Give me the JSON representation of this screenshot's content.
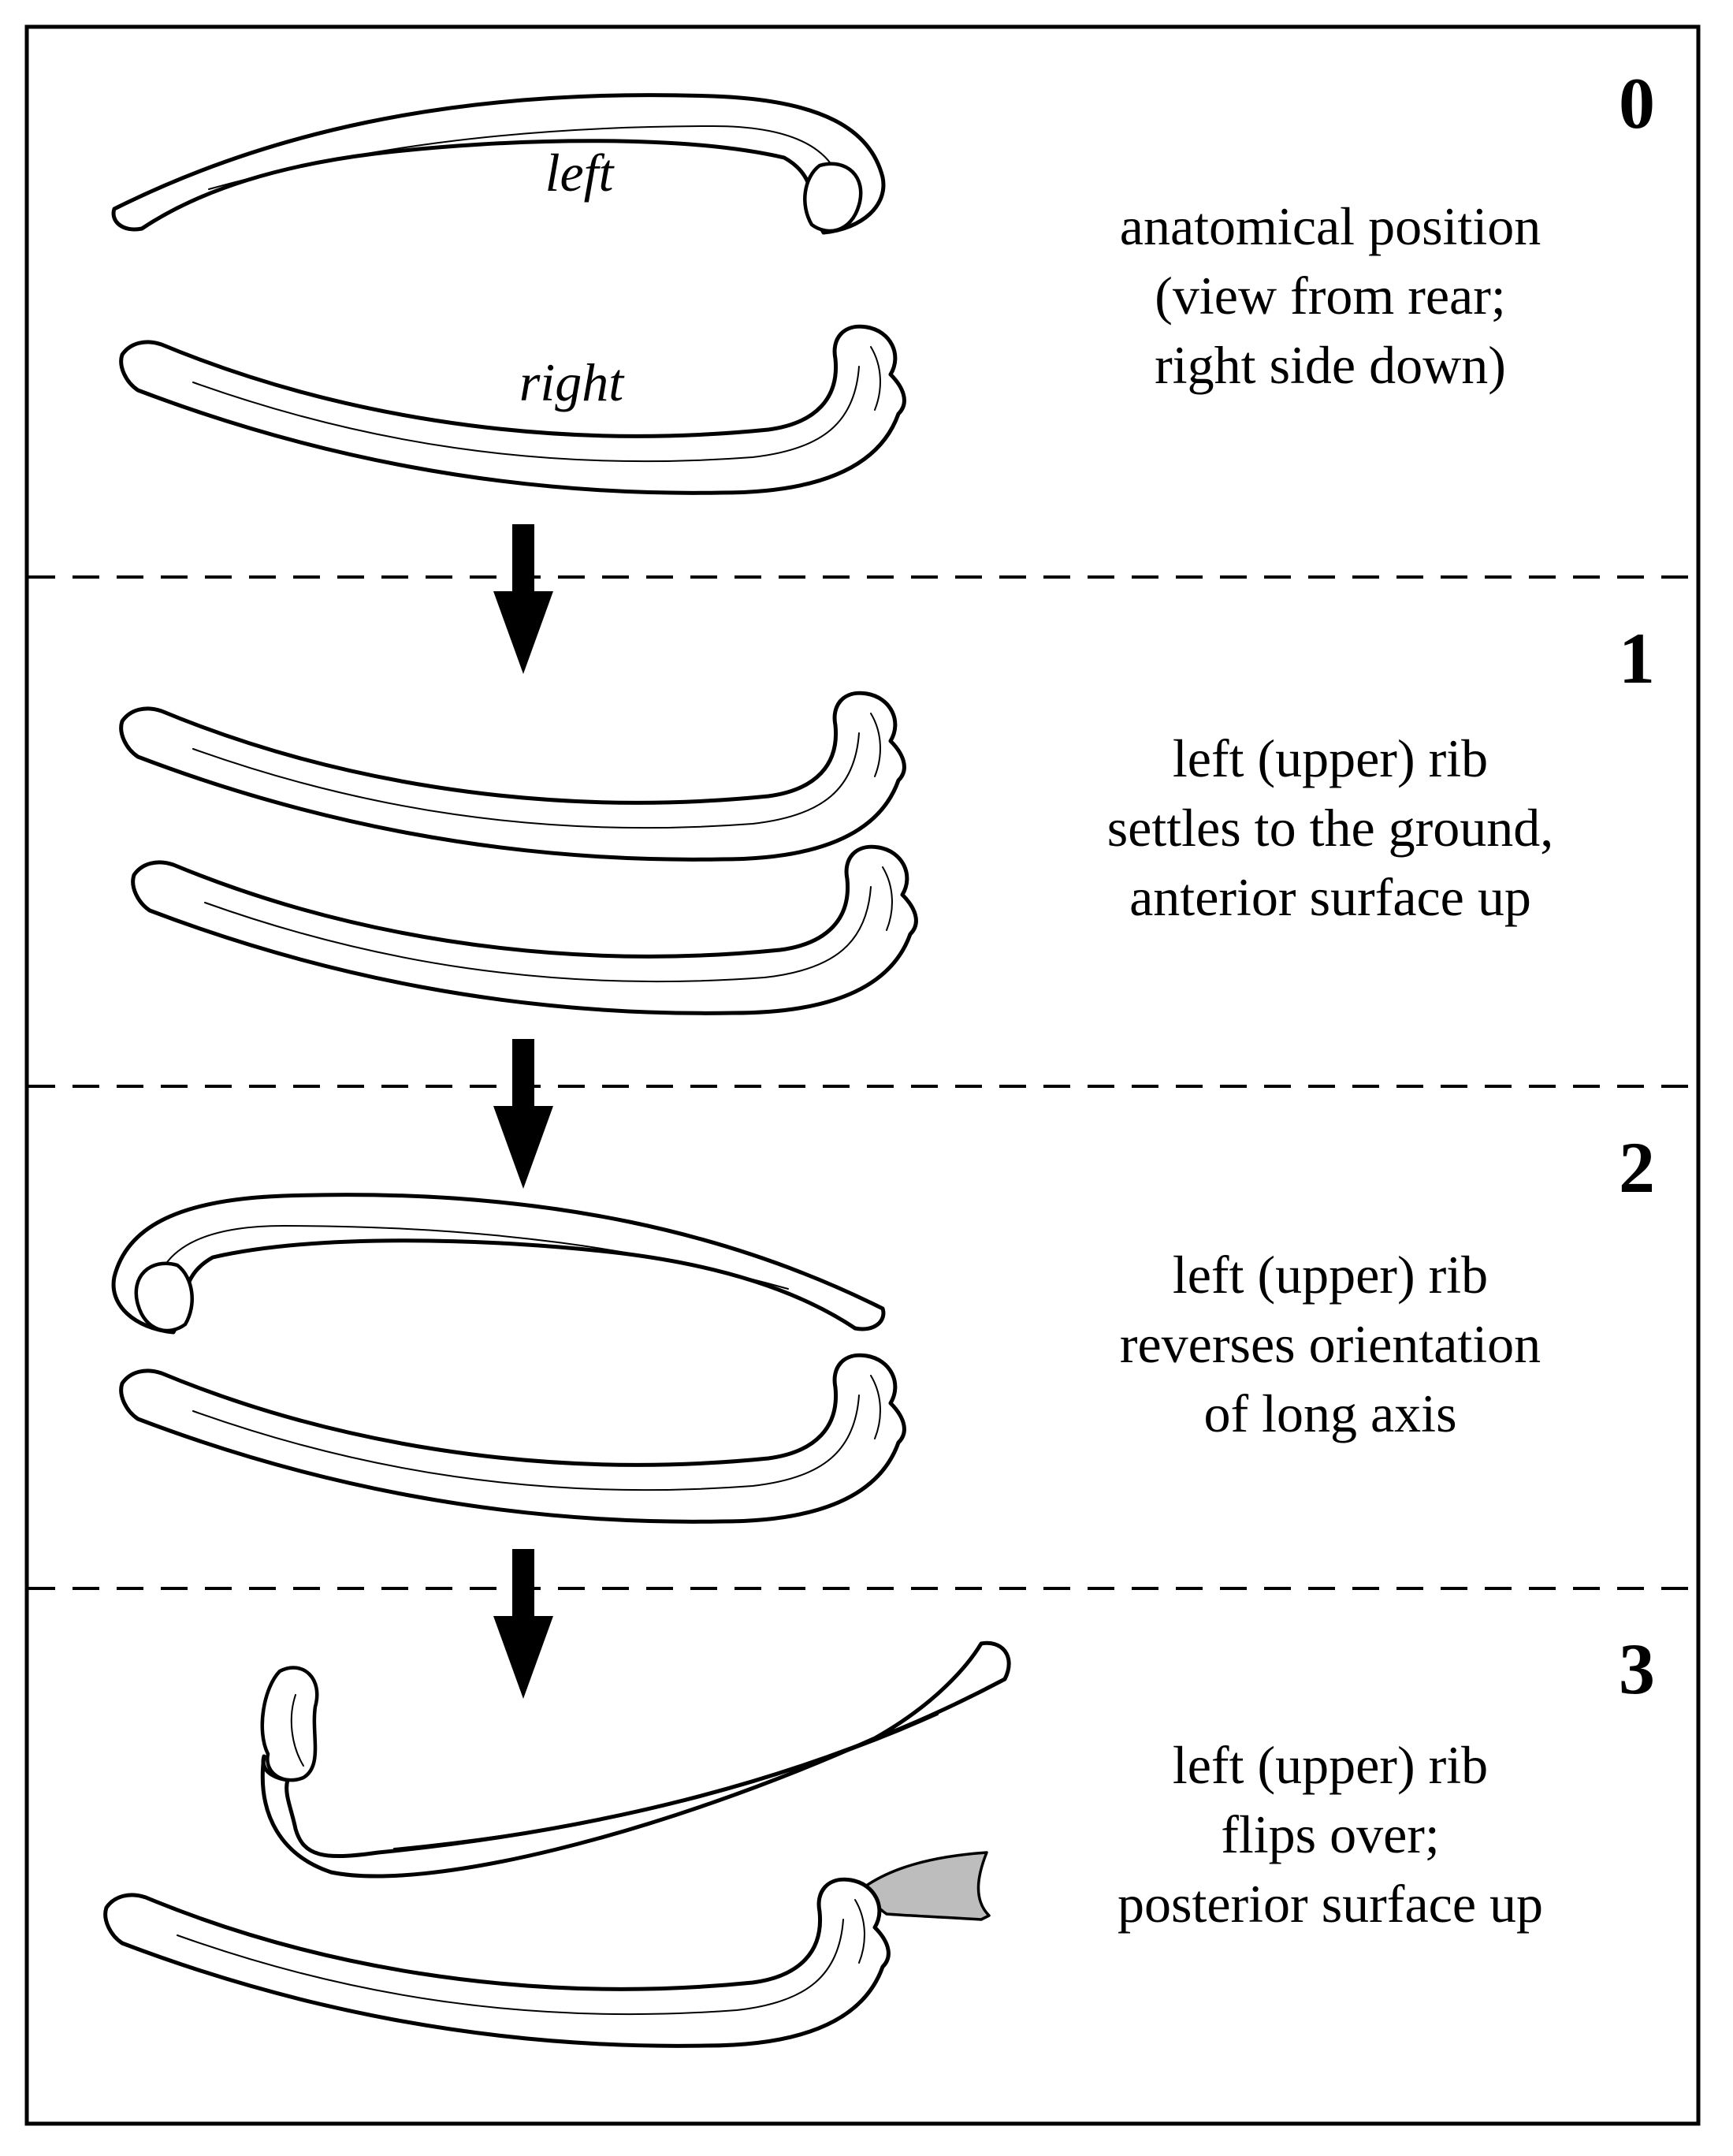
{
  "panels": [
    {
      "number": "0",
      "caption": [
        "anatomical position",
        "(view from rear;",
        "right side down)"
      ],
      "labels": {
        "upper_rib": "left",
        "lower_rib": "right"
      }
    },
    {
      "number": "1",
      "caption": [
        "left (upper) rib",
        "settles to the ground,",
        "anterior surface up"
      ]
    },
    {
      "number": "2",
      "caption": [
        "left (upper) rib",
        "reverses orientation",
        "of long axis"
      ]
    },
    {
      "number": "3",
      "caption": [
        "left (upper) rib",
        "flips over;",
        "posterior surface up"
      ]
    }
  ],
  "colors": {
    "stroke": "#000000",
    "background": "#ffffff",
    "grey_fragment": "#bdbdbd"
  }
}
